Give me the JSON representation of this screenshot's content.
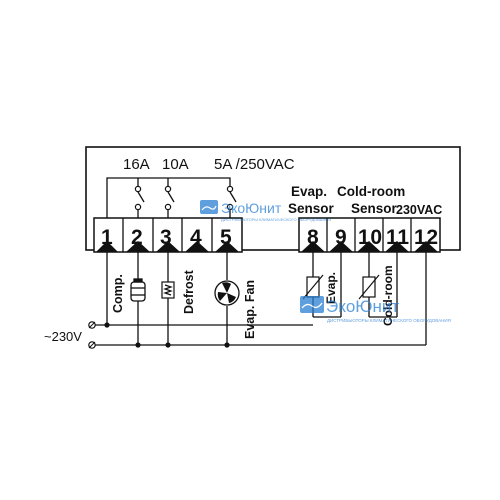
{
  "ratings": {
    "r1": "16A",
    "r2": "10A",
    "r3": "5A /250VAC"
  },
  "headers": {
    "evap": "Evap.",
    "cold_room": "Cold-room",
    "sensor1": "Sensor",
    "sensor2": "Sensor",
    "supply": "230VAC"
  },
  "terminals_left": [
    "1",
    "2",
    "3",
    "4",
    "5"
  ],
  "terminals_right": [
    "8",
    "9",
    "10",
    "11",
    "12"
  ],
  "loads": {
    "comp": "Comp.",
    "defrost": "Defrost",
    "evap_fan": "Evap. Fan"
  },
  "sensors": {
    "evap_probe": "Evap.",
    "cold_room_probe": "Cold-room"
  },
  "mains": "~230V",
  "watermark": {
    "brand": "ЭкоЮнит",
    "tagline": "ДИСТРИБЬЮТОРЫ КЛИМАТИЧЕСКОГО ОБОРУДОВАНИЯ",
    "color": "#2c7fd4"
  }
}
